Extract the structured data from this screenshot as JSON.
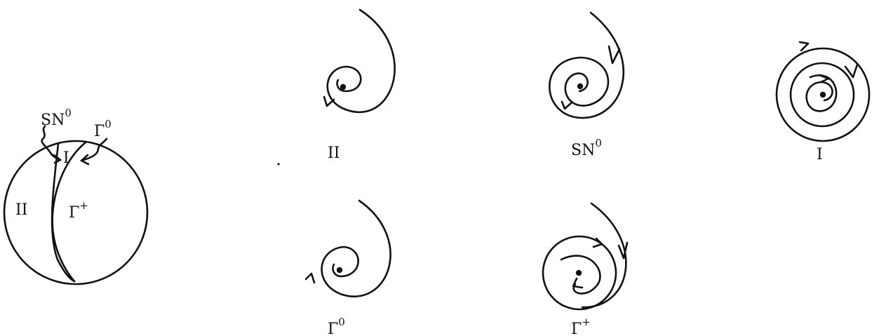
{
  "colors": {
    "ink": "#111111",
    "background": "#ffffff"
  },
  "region_diagram": {
    "sn_label": "SN",
    "sn_sup": "0",
    "gamma_zero_label": "Γ",
    "gamma_zero_sup": "0",
    "region_one_label": "I",
    "region_two_label": "II",
    "gamma_plus_label": "Γ",
    "gamma_plus_sup": "+"
  },
  "phase_portraits": [
    {
      "id": "II",
      "label": "II",
      "sup": ""
    },
    {
      "id": "SN0",
      "label": "SN",
      "sup": "0"
    },
    {
      "id": "I",
      "label": "I",
      "sup": ""
    },
    {
      "id": "Gamma0",
      "label": "Γ",
      "sup": "0"
    },
    {
      "id": "GammaPlus",
      "label": "Γ",
      "sup": "+"
    }
  ]
}
